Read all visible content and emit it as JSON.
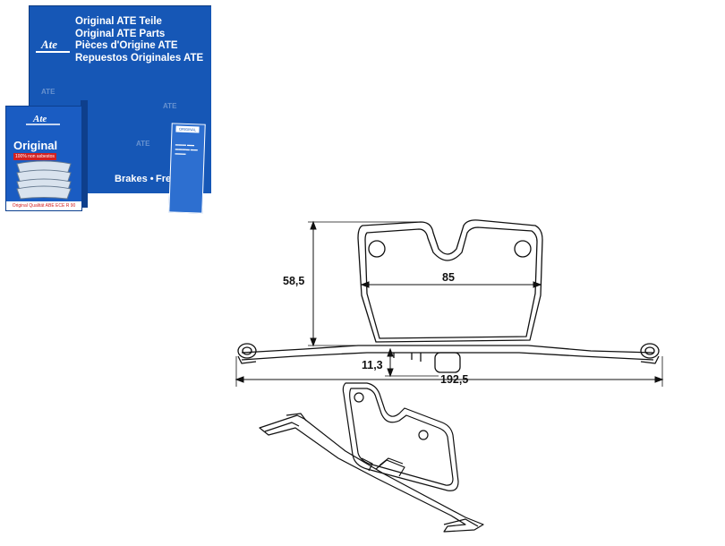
{
  "package": {
    "lines": [
      "Original ATE Teile",
      "Original ATE Parts",
      "Pièces d'Origine ATE",
      "Repuestos Originales ATE"
    ],
    "logo_text": "Ate",
    "box_logo_text": "Ate",
    "box_title": "Original",
    "box_red_band": "100% non asbestos",
    "box_footer": "Original Qualität ABE ECE R 90",
    "brakes_text": "Brakes •",
    "freins_text": "Frei",
    "watermark": "ATE",
    "card_header": "ORIGINAL",
    "colors": {
      "brand_blue": "#1657b6",
      "dark_blue": "#0e3f8c",
      "red": "#d32020"
    }
  },
  "dimensions": {
    "height": "58,5",
    "width_plate": "85",
    "offset": "11,3",
    "overall": "192,5"
  }
}
